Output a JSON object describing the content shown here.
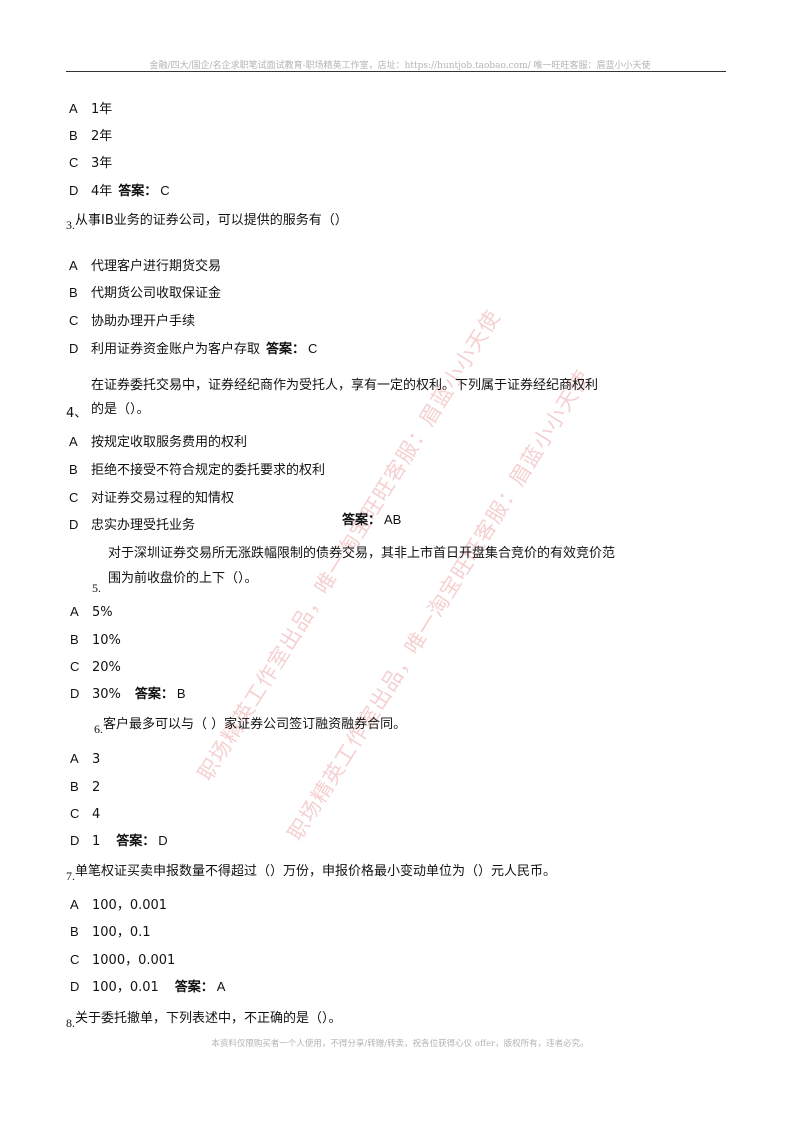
{
  "header": {
    "text": "金融/四大/国企/名企求职笔试面试教育-职场精英工作室，店址：https://huntjob.taobao.com/ 唯一旺旺客服：眉蓝小小天使"
  },
  "footer": {
    "text": "本资料仅限购买者一个人使用，不得分享/转赠/转卖，祝各位获得心仪 offer，版权所有，违者必究。"
  },
  "watermark": {
    "text1": "职场精英工作室出品，唯一淘宝旺旺客服：眉蓝小小天使",
    "text2": "职场精英工作室出品，唯一淘宝旺旺客服：眉蓝小小天使"
  },
  "answer_label": "答案：",
  "q2_tail": {
    "options": [
      {
        "letter": "A",
        "text": "1年"
      },
      {
        "letter": "B",
        "text": "2年"
      },
      {
        "letter": "C",
        "text": "3年"
      },
      {
        "letter": "D",
        "text": "4年"
      }
    ],
    "answer": "C"
  },
  "q3": {
    "number": "3.",
    "text": "从事IB业务的证券公司，可以提供的服务有（）",
    "options": [
      {
        "letter": "A",
        "text": "代理客户进行期货交易"
      },
      {
        "letter": "B",
        "text": "代期货公司收取保证金"
      },
      {
        "letter": "C",
        "text": "协助办理开户手续"
      },
      {
        "letter": "D",
        "text": "利用证券资金账户为客户存取"
      }
    ],
    "answer": "C"
  },
  "q4": {
    "number": "4、",
    "text_line1": "在证券委托交易中，证券经纪商作为受托人，享有一定的权利。下列属于证券经纪商权利",
    "text_line2": "的是（）。",
    "options": [
      {
        "letter": "A",
        "text": "按规定收取服务费用的权利"
      },
      {
        "letter": "B",
        "text": "拒绝不接受不符合规定的委托要求的权利"
      },
      {
        "letter": "C",
        "text": "对证券交易过程的知情权"
      },
      {
        "letter": "D",
        "text": "忠实办理受托业务"
      }
    ],
    "answer": "AB"
  },
  "q5": {
    "number": "5.",
    "text_line1": "对于深圳证券交易所无涨跌幅限制的债券交易，其非上市首日开盘集合竞价的有效竞价范",
    "text_line2": "围为前收盘价的上下（）。",
    "options": [
      {
        "letter": "A",
        "text": "5%"
      },
      {
        "letter": "B",
        "text": "10%"
      },
      {
        "letter": "C",
        "text": "20%"
      },
      {
        "letter": "D",
        "text": "30%"
      }
    ],
    "answer": "B"
  },
  "q6": {
    "number": "6.",
    "text": "客户最多可以与（ ）家证券公司签订融资融券合同。",
    "options": [
      {
        "letter": "A",
        "text": "3"
      },
      {
        "letter": "B",
        "text": "2"
      },
      {
        "letter": "C",
        "text": "4"
      },
      {
        "letter": "D",
        "text": "1"
      }
    ],
    "answer": "D"
  },
  "q7": {
    "number": "7.",
    "text": "单笔权证买卖申报数量不得超过（）万份，申报价格最小变动单位为（）元人民币。",
    "options": [
      {
        "letter": "A",
        "text": "100，0.001"
      },
      {
        "letter": "B",
        "text": "100，0.1"
      },
      {
        "letter": "C",
        "text": "1000，0.001"
      },
      {
        "letter": "D",
        "text": "100，0.01"
      }
    ],
    "answer": "A"
  },
  "q8": {
    "number": "8.",
    "text": "关于委托撤单，下列表述中，不正确的是（）。"
  }
}
